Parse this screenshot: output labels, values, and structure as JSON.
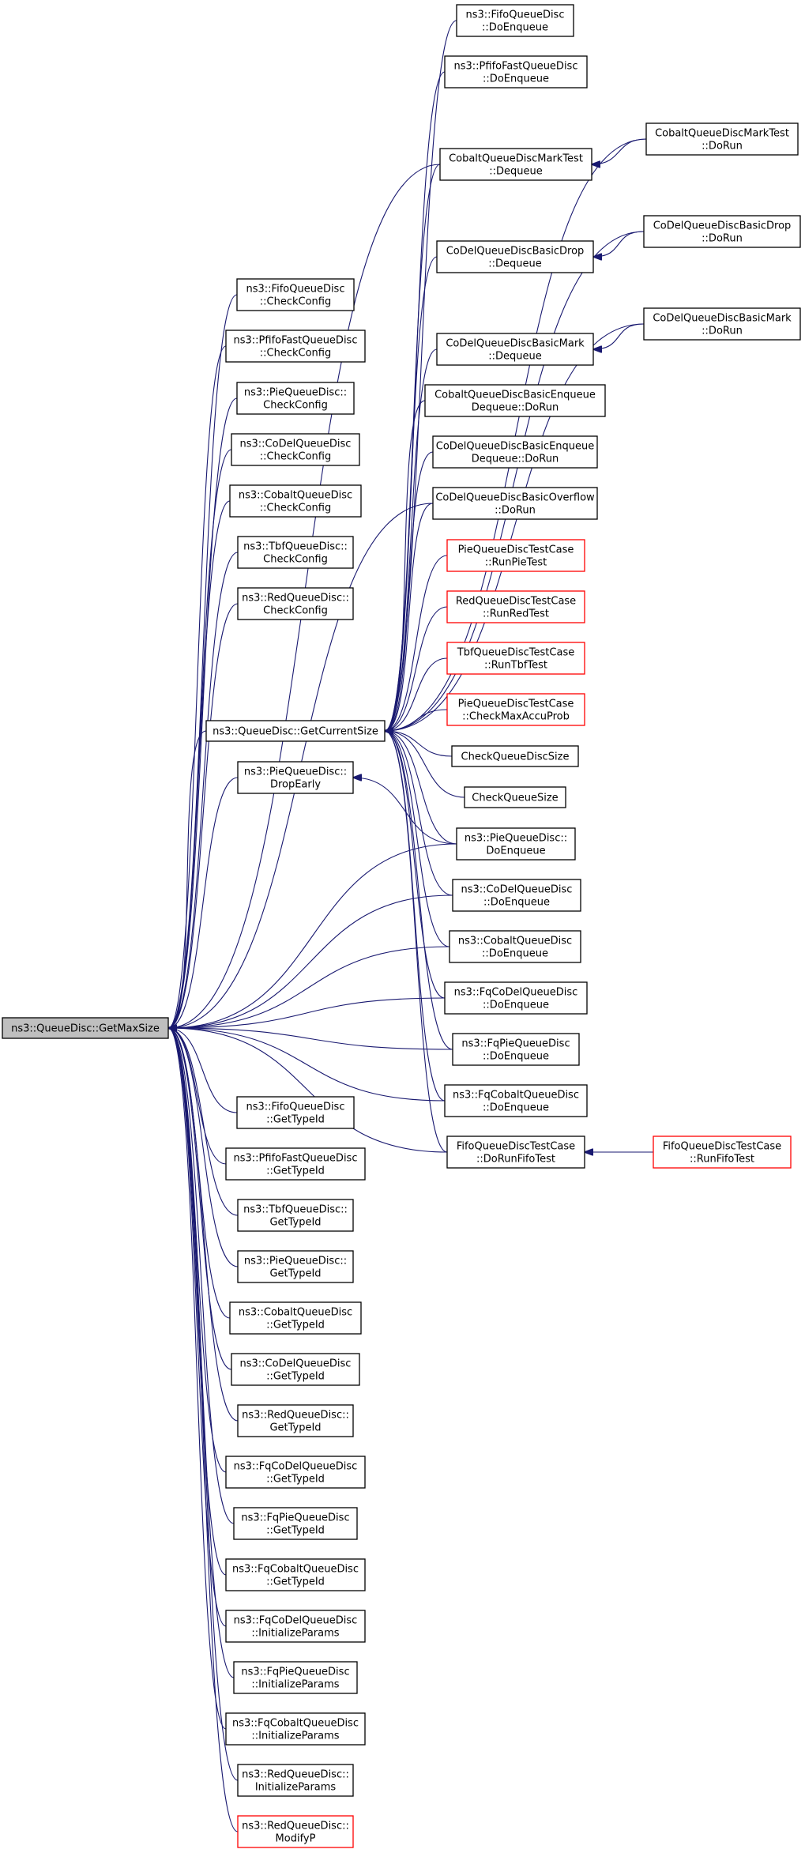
{
  "colors": {
    "edge": "#191970",
    "node_border": "#000000",
    "highlight_border": "#ff0000",
    "root_fill": "#bfbfbf"
  },
  "nodes": [
    {
      "id": "root",
      "lines": [
        "ns3::QueueDisc::GetMaxSize"
      ],
      "style": "root"
    },
    {
      "id": "fifo_cc",
      "lines": [
        "ns3::FifoQueueDisc",
        "::CheckConfig"
      ]
    },
    {
      "id": "pfifo_cc",
      "lines": [
        "ns3::PfifoFastQueueDisc",
        "::CheckConfig"
      ]
    },
    {
      "id": "pie_cc",
      "lines": [
        "ns3::PieQueueDisc::",
        "CheckConfig"
      ]
    },
    {
      "id": "codel_cc",
      "lines": [
        "ns3::CoDelQueueDisc",
        "::CheckConfig"
      ]
    },
    {
      "id": "cobalt_cc",
      "lines": [
        "ns3::CobaltQueueDisc",
        "::CheckConfig"
      ]
    },
    {
      "id": "tbf_cc",
      "lines": [
        "ns3::TbfQueueDisc::",
        "CheckConfig"
      ]
    },
    {
      "id": "red_cc",
      "lines": [
        "ns3::RedQueueDisc::",
        "CheckConfig"
      ]
    },
    {
      "id": "getcur",
      "lines": [
        "ns3::QueueDisc::GetCurrentSize"
      ]
    },
    {
      "id": "pie_drop",
      "lines": [
        "ns3::PieQueueDisc::",
        "DropEarly"
      ]
    },
    {
      "id": "fifo_gt",
      "lines": [
        "ns3::FifoQueueDisc",
        "::GetTypeId"
      ]
    },
    {
      "id": "pfifo_gt",
      "lines": [
        "ns3::PfifoFastQueueDisc",
        "::GetTypeId"
      ]
    },
    {
      "id": "tbf_gt",
      "lines": [
        "ns3::TbfQueueDisc::",
        "GetTypeId"
      ]
    },
    {
      "id": "pie_gt",
      "lines": [
        "ns3::PieQueueDisc::",
        "GetTypeId"
      ]
    },
    {
      "id": "cobalt_gt",
      "lines": [
        "ns3::CobaltQueueDisc",
        "::GetTypeId"
      ]
    },
    {
      "id": "codel_gt",
      "lines": [
        "ns3::CoDelQueueDisc",
        "::GetTypeId"
      ]
    },
    {
      "id": "red_gt",
      "lines": [
        "ns3::RedQueueDisc::",
        "GetTypeId"
      ]
    },
    {
      "id": "fqcodel_gt",
      "lines": [
        "ns3::FqCoDelQueueDisc",
        "::GetTypeId"
      ]
    },
    {
      "id": "fqpie_gt",
      "lines": [
        "ns3::FqPieQueueDisc",
        "::GetTypeId"
      ]
    },
    {
      "id": "fqcobalt_gt",
      "lines": [
        "ns3::FqCobaltQueueDisc",
        "::GetTypeId"
      ]
    },
    {
      "id": "fqcodel_ip",
      "lines": [
        "ns3::FqCoDelQueueDisc",
        "::InitializeParams"
      ]
    },
    {
      "id": "fqpie_ip",
      "lines": [
        "ns3::FqPieQueueDisc",
        "::InitializeParams"
      ]
    },
    {
      "id": "fqcobalt_ip",
      "lines": [
        "ns3::FqCobaltQueueDisc",
        "::InitializeParams"
      ]
    },
    {
      "id": "red_ip",
      "lines": [
        "ns3::RedQueueDisc::",
        "InitializeParams"
      ]
    },
    {
      "id": "red_mp",
      "lines": [
        "ns3::RedQueueDisc::",
        "ModifyP"
      ],
      "style": "red"
    },
    {
      "id": "fifo_de",
      "lines": [
        "ns3::FifoQueueDisc",
        "::DoEnqueue"
      ]
    },
    {
      "id": "pfifo_de",
      "lines": [
        "ns3::PfifoFastQueueDisc",
        "::DoEnqueue"
      ]
    },
    {
      "id": "cobaltmark_dq",
      "lines": [
        "CobaltQueueDiscMarkTest",
        "::Dequeue"
      ]
    },
    {
      "id": "codeldrop_dq",
      "lines": [
        "CoDelQueueDiscBasicDrop",
        "::Dequeue"
      ]
    },
    {
      "id": "codelmark_dq",
      "lines": [
        "CoDelQueueDiscBasicMark",
        "::Dequeue"
      ]
    },
    {
      "id": "cobalt_enq",
      "lines": [
        "CobaltQueueDiscBasicEnqueue",
        "Dequeue::DoRun"
      ]
    },
    {
      "id": "codel_enq",
      "lines": [
        "CoDelQueueDiscBasicEnqueue",
        "Dequeue::DoRun"
      ]
    },
    {
      "id": "codel_ovf",
      "lines": [
        "CoDelQueueDiscBasicOverflow",
        "::DoRun"
      ]
    },
    {
      "id": "pie_run",
      "lines": [
        "PieQueueDiscTestCase",
        "::RunPieTest"
      ],
      "style": "red"
    },
    {
      "id": "red_run",
      "lines": [
        "RedQueueDiscTestCase",
        "::RunRedTest"
      ],
      "style": "red"
    },
    {
      "id": "tbf_run",
      "lines": [
        "TbfQueueDiscTestCase",
        "::RunTbfTest"
      ],
      "style": "red"
    },
    {
      "id": "pie_max",
      "lines": [
        "PieQueueDiscTestCase",
        "::CheckMaxAccuProb"
      ],
      "style": "red"
    },
    {
      "id": "check_qds",
      "lines": [
        "CheckQueueDiscSize"
      ]
    },
    {
      "id": "check_qs",
      "lines": [
        "CheckQueueSize"
      ]
    },
    {
      "id": "pie_de",
      "lines": [
        "ns3::PieQueueDisc::",
        "DoEnqueue"
      ]
    },
    {
      "id": "codel_de",
      "lines": [
        "ns3::CoDelQueueDisc",
        "::DoEnqueue"
      ]
    },
    {
      "id": "cobalt_de",
      "lines": [
        "ns3::CobaltQueueDisc",
        "::DoEnqueue"
      ]
    },
    {
      "id": "fqcodel_de",
      "lines": [
        "ns3::FqCoDelQueueDisc",
        "::DoEnqueue"
      ]
    },
    {
      "id": "fqpie_de",
      "lines": [
        "ns3::FqPieQueueDisc",
        "::DoEnqueue"
      ]
    },
    {
      "id": "fqcobalt_de",
      "lines": [
        "ns3::FqCobaltQueueDisc",
        "::DoEnqueue"
      ]
    },
    {
      "id": "fifo_test",
      "lines": [
        "FifoQueueDiscTestCase",
        "::DoRunFifoTest"
      ]
    },
    {
      "id": "cobaltmark_run",
      "lines": [
        "CobaltQueueDiscMarkTest",
        "::DoRun"
      ]
    },
    {
      "id": "codeldrop_run",
      "lines": [
        "CoDelQueueDiscBasicDrop",
        "::DoRun"
      ]
    },
    {
      "id": "codelmark_run",
      "lines": [
        "CoDelQueueDiscBasicMark",
        "::DoRun"
      ]
    },
    {
      "id": "fifo_runtest",
      "lines": [
        "FifoQueueDiscTestCase",
        "::RunFifoTest"
      ],
      "style": "red"
    }
  ],
  "edges": [
    {
      "from": "fifo_cc",
      "to": "root"
    },
    {
      "from": "pfifo_cc",
      "to": "root"
    },
    {
      "from": "pie_cc",
      "to": "root"
    },
    {
      "from": "codel_cc",
      "to": "root"
    },
    {
      "from": "cobalt_cc",
      "to": "root"
    },
    {
      "from": "tbf_cc",
      "to": "root"
    },
    {
      "from": "red_cc",
      "to": "root"
    },
    {
      "from": "getcur",
      "to": "root"
    },
    {
      "from": "pie_drop",
      "to": "root"
    },
    {
      "from": "fifo_gt",
      "to": "root"
    },
    {
      "from": "pfifo_gt",
      "to": "root"
    },
    {
      "from": "tbf_gt",
      "to": "root"
    },
    {
      "from": "pie_gt",
      "to": "root"
    },
    {
      "from": "cobalt_gt",
      "to": "root"
    },
    {
      "from": "codel_gt",
      "to": "root"
    },
    {
      "from": "red_gt",
      "to": "root"
    },
    {
      "from": "fqcodel_gt",
      "to": "root"
    },
    {
      "from": "fqpie_gt",
      "to": "root"
    },
    {
      "from": "fqcobalt_gt",
      "to": "root"
    },
    {
      "from": "fqcodel_ip",
      "to": "root"
    },
    {
      "from": "fqpie_ip",
      "to": "root"
    },
    {
      "from": "fqcobalt_ip",
      "to": "root"
    },
    {
      "from": "red_ip",
      "to": "root"
    },
    {
      "from": "red_mp",
      "to": "root"
    },
    {
      "from": "pie_de",
      "to": "root"
    },
    {
      "from": "codel_de",
      "to": "root"
    },
    {
      "from": "cobalt_de",
      "to": "root"
    },
    {
      "from": "fqcodel_de",
      "to": "root"
    },
    {
      "from": "fqpie_de",
      "to": "root"
    },
    {
      "from": "fqcobalt_de",
      "to": "root"
    },
    {
      "from": "fifo_test",
      "to": "root"
    },
    {
      "from": "codel_ovf",
      "to": "root"
    },
    {
      "from": "cobaltmark_dq",
      "to": "root"
    },
    {
      "from": "fifo_de",
      "to": "getcur"
    },
    {
      "from": "pfifo_de",
      "to": "getcur"
    },
    {
      "from": "cobaltmark_dq",
      "to": "getcur"
    },
    {
      "from": "codeldrop_dq",
      "to": "getcur"
    },
    {
      "from": "codelmark_dq",
      "to": "getcur"
    },
    {
      "from": "cobalt_enq",
      "to": "getcur"
    },
    {
      "from": "codel_enq",
      "to": "getcur"
    },
    {
      "from": "codel_ovf",
      "to": "getcur"
    },
    {
      "from": "pie_run",
      "to": "getcur"
    },
    {
      "from": "red_run",
      "to": "getcur"
    },
    {
      "from": "tbf_run",
      "to": "getcur"
    },
    {
      "from": "pie_max",
      "to": "getcur"
    },
    {
      "from": "check_qds",
      "to": "getcur"
    },
    {
      "from": "check_qs",
      "to": "getcur"
    },
    {
      "from": "pie_de",
      "to": "getcur"
    },
    {
      "from": "codel_de",
      "to": "getcur"
    },
    {
      "from": "cobalt_de",
      "to": "getcur"
    },
    {
      "from": "fqcodel_de",
      "to": "getcur"
    },
    {
      "from": "fqpie_de",
      "to": "getcur"
    },
    {
      "from": "fqcobalt_de",
      "to": "getcur"
    },
    {
      "from": "fifo_test",
      "to": "getcur"
    },
    {
      "from": "cobaltmark_run",
      "to": "getcur"
    },
    {
      "from": "codeldrop_run",
      "to": "getcur"
    },
    {
      "from": "codelmark_run",
      "to": "getcur"
    },
    {
      "from": "pie_de",
      "to": "pie_drop"
    },
    {
      "from": "cobaltmark_run",
      "to": "cobaltmark_dq"
    },
    {
      "from": "codeldrop_run",
      "to": "codeldrop_dq"
    },
    {
      "from": "codelmark_run",
      "to": "codelmark_dq"
    },
    {
      "from": "fifo_runtest",
      "to": "fifo_test"
    }
  ]
}
